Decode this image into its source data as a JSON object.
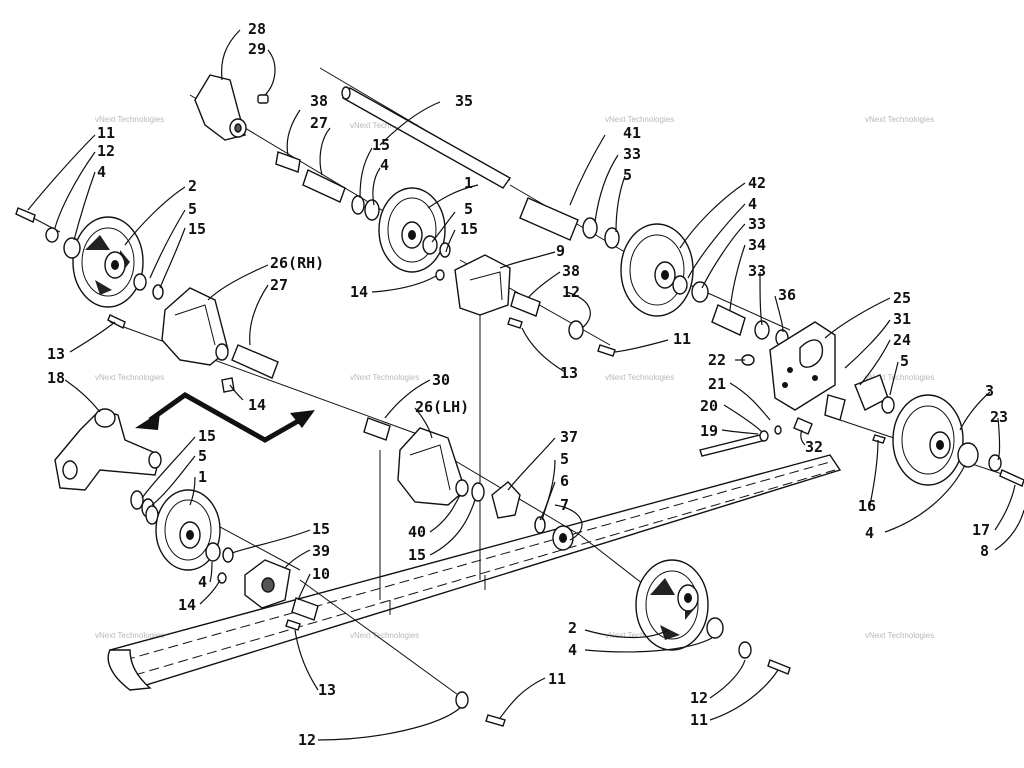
{
  "watermark": "vNext Technologies",
  "callouts": {
    "c28": "28",
    "c29": "29",
    "c35": "35",
    "c38a": "38",
    "c27a": "27",
    "c15a": "15",
    "c4a": "4",
    "c1a": "1",
    "c5a": "5",
    "c15b": "15",
    "c11a": "11",
    "c12a": "12",
    "c4b": "4",
    "c2a": "2",
    "c5b": "5",
    "c15c": "15",
    "c26rh": "26(RH)",
    "c27b": "27",
    "c13a": "13",
    "c14a": "14",
    "c18": "18",
    "c15d": "15",
    "c5c": "5",
    "c1b": "1",
    "c4c": "4",
    "c14b": "14",
    "c15e": "15",
    "c39": "39",
    "c10": "10",
    "c13b": "13",
    "c11b": "11",
    "c12b": "12",
    "c30": "30",
    "c26lh": "26(LH)",
    "c40": "40",
    "c15f": "15",
    "c14c": "14",
    "c9": "9",
    "c38b": "38",
    "c12c": "12",
    "c13c": "13",
    "c11c": "11",
    "c37": "37",
    "c5d": "5",
    "c6": "6",
    "c7": "7",
    "c2b": "2",
    "c4d": "4",
    "c12d": "12",
    "c11d": "11",
    "c41": "41",
    "c33a": "33",
    "c5e": "5",
    "c42": "42",
    "c4e": "4",
    "c33b": "33",
    "c34": "34",
    "c33c": "33",
    "c36": "36",
    "c25": "25",
    "c31": "31",
    "c24": "24",
    "c5f": "5",
    "c22": "22",
    "c21": "21",
    "c20": "20",
    "c19": "19",
    "c32": "32",
    "c3": "3",
    "c23": "23",
    "c16": "16",
    "c4f": "4",
    "c17": "17",
    "c8": "8"
  }
}
